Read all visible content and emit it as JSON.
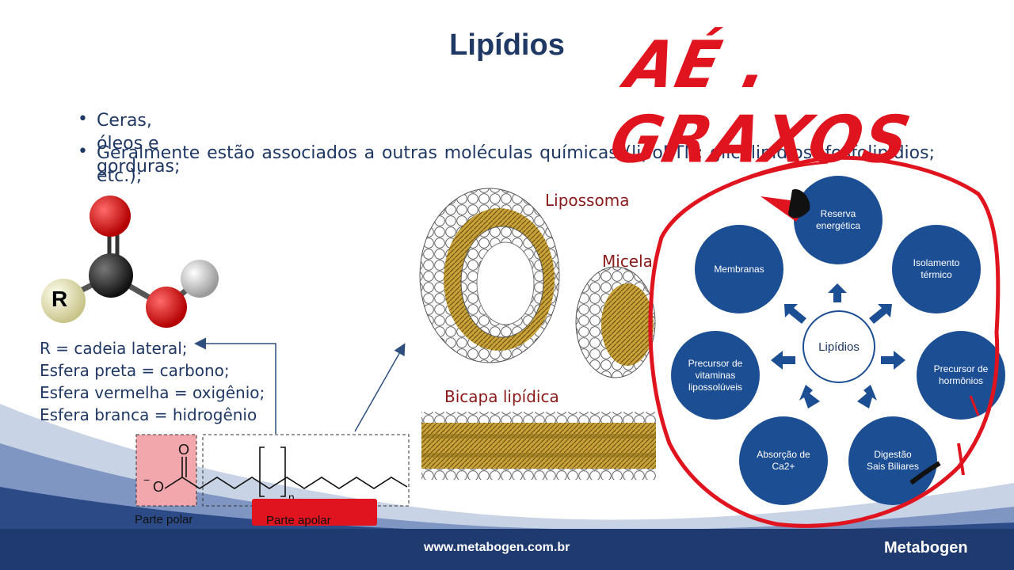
{
  "slide": {
    "title": "Lipídios",
    "bullets": [
      "Ceras, óleos e gorduras;",
      "Geralmente estão associados a outras moléculas químicas (lipoPTN; glicolipídios; fosfolipídios; etc.);"
    ],
    "handwriting": "AÉ . GRAXOS"
  },
  "molecule": {
    "r_label": "R",
    "legend": [
      "R = cadeia lateral;",
      "Esfera preta = carbono;",
      "Esfera vermelha = oxigênio;",
      "Esfera branca = hidrogênio"
    ]
  },
  "structure": {
    "o_top": "O",
    "o_left": "O",
    "charge": "−",
    "subscript": "n",
    "polar_label": "Parte polar",
    "apolar_label": "Parte apolar"
  },
  "membranes": {
    "liposome": "Lipossoma",
    "micelle": "Micela",
    "bilayer": "Bicapa lipídica"
  },
  "functions": {
    "center": "Lipídios",
    "nodes": [
      "Reserva\nenergética",
      "Isolamento\ntérmico",
      "Precursor de\nhormônios",
      "Digestão\nSais Biliares",
      "Absorção de\nCa2+",
      "Precursor de\nvitaminas\nlipossolúveis",
      "Membranas"
    ]
  },
  "footer": {
    "url": "www.metabogen.com.br",
    "brand": "Metabogen"
  },
  "colors": {
    "title": "#1f3864",
    "node_fill": "#1c4e94",
    "annotation_red": "#e0141e",
    "footer_dark": "#1f3a6e"
  }
}
